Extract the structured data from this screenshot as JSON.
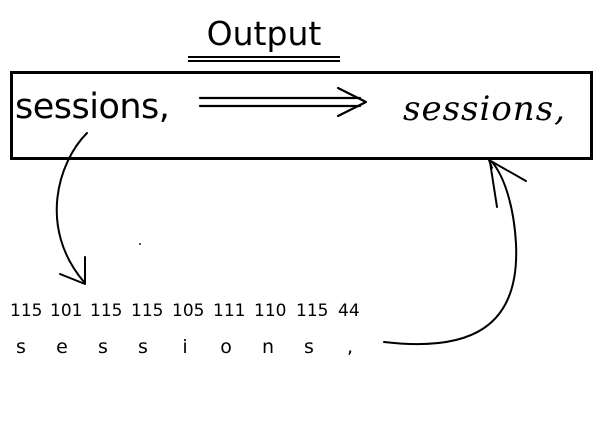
{
  "title": "Output",
  "typed_word": "sessions,",
  "handwritten_word": "sessions,",
  "ascii_codes": [
    "115",
    "101",
    "115",
    "115",
    "105",
    "111",
    "110",
    "115",
    "44"
  ],
  "characters": [
    "s",
    "e",
    "s",
    "s",
    "i",
    "o",
    "n",
    "s",
    ","
  ]
}
